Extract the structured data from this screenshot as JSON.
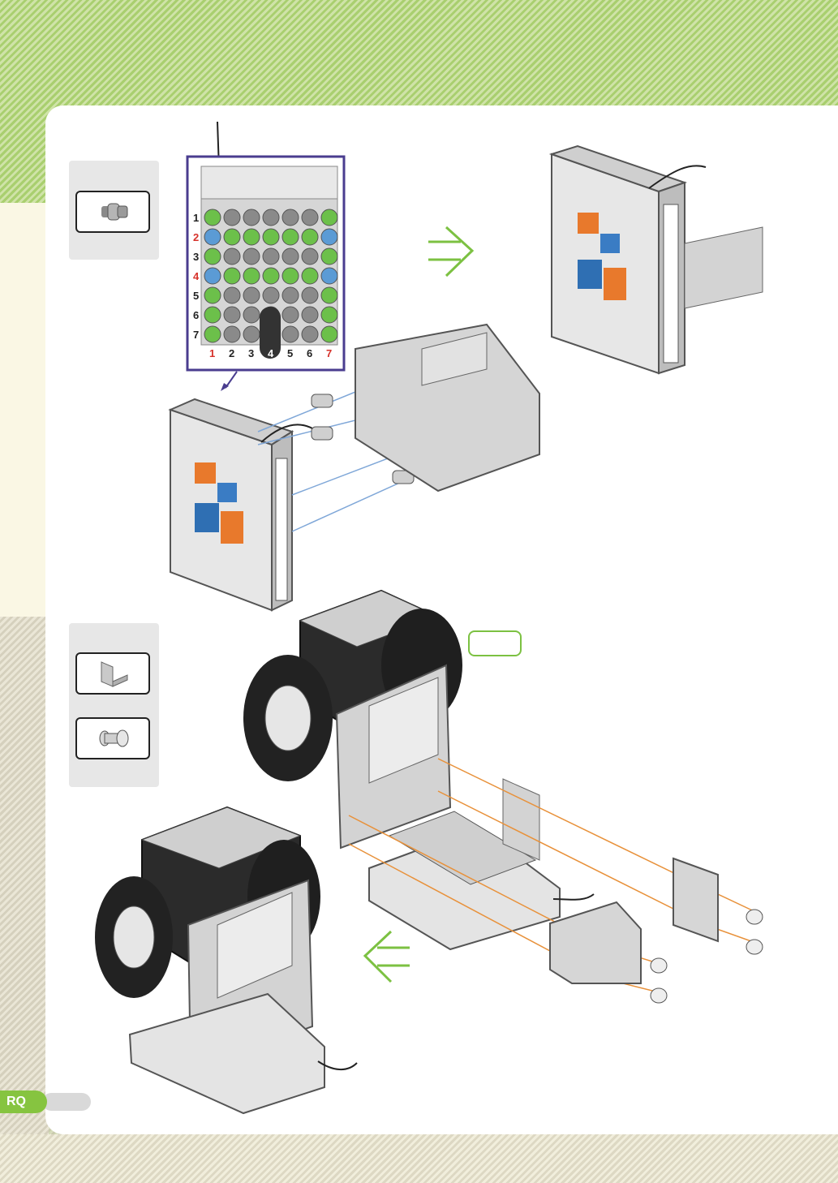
{
  "brand": {
    "logo_text": "RQ"
  },
  "grid_diagram": {
    "row_labels": [
      "1",
      "2",
      "3",
      "4",
      "5",
      "6",
      "7"
    ],
    "col_labels": [
      "1",
      "2",
      "3",
      "4",
      "5",
      "6",
      "7"
    ],
    "highlight_color": "#d6322b",
    "hole_green": "#6cc04a",
    "hole_blue": "#5b9bd5"
  },
  "arrows": {
    "color": "#7cc142"
  }
}
